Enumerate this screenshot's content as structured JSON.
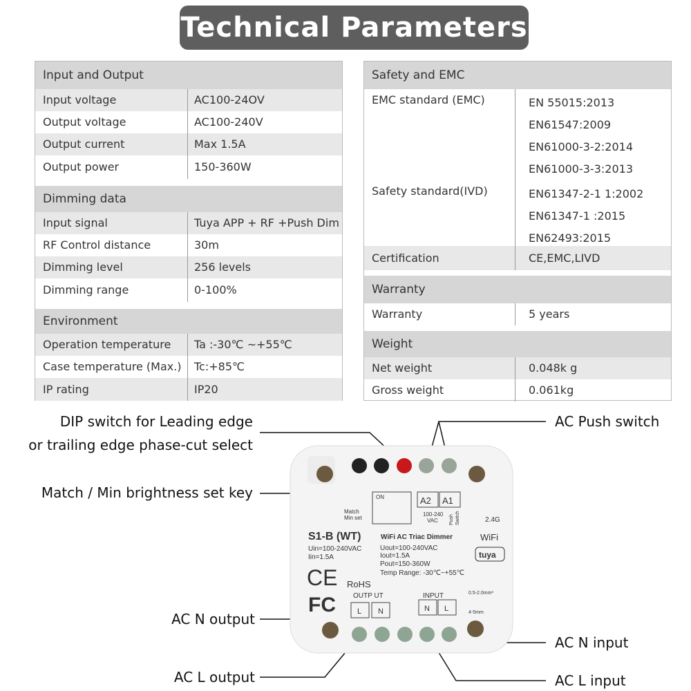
{
  "title": "Technical Parameters",
  "left_table": [
    {
      "type": "header",
      "label": "Input and Output"
    },
    {
      "label": "Input voltage",
      "value": "AC100-24OV"
    },
    {
      "label": "Output voltage",
      "value": "AC100-240V"
    },
    {
      "label": "Output current",
      "value": "Max 1.5A"
    },
    {
      "label": "Output power",
      "value": "150-360W"
    },
    {
      "type": "header",
      "label": "Dimming data"
    },
    {
      "label": "Input signal",
      "value": "Tuya APP + RF +Push Dim"
    },
    {
      "label": "RF Control distance",
      "value": "30m"
    },
    {
      "label": "Dimming level",
      "value": "256 levels"
    },
    {
      "label": "Dimming range",
      "value": "0-100%"
    },
    {
      "type": "header",
      "label": "Environment"
    },
    {
      "label": "Operation temperature",
      "value": "Ta :-30℃ ~+55℃"
    },
    {
      "label": "Case temperature (Max.)",
      "value": "Tc:+85℃"
    },
    {
      "label": "IP rating",
      "value": "IP20"
    }
  ],
  "right_table": [
    {
      "type": "header",
      "label": "Safety and EMC"
    },
    {
      "label": "EMC standard (EMC)",
      "values": [
        "EN 55015:2013",
        "EN61547:2009",
        "EN61000-3-2:2014",
        "EN61000-3-3:2013"
      ]
    },
    {
      "label": "Safety standard(IVD)",
      "values": [
        "EN61347-2-1 1:2002",
        "EN61347-1 :2015",
        "EN62493:2015"
      ]
    },
    {
      "label": "Certification",
      "values": [
        "CE,EMC,LIVD"
      ]
    },
    {
      "type": "header",
      "label": "Warranty"
    },
    {
      "label": "Warranty",
      "values": [
        "5 years"
      ]
    },
    {
      "type": "header",
      "label": "Weight"
    },
    {
      "label": "Net weight",
      "values": [
        "0.048k g"
      ]
    },
    {
      "label": "Gross weight",
      "values": [
        "0.061kg"
      ]
    }
  ],
  "callouts": {
    "dip_line1": "DIP switch for Leading edge",
    "dip_line2": "or trailing edge phase-cut select",
    "match": "Match / Min brightness set key",
    "push": "AC Push switch",
    "n_output": "AC N output",
    "l_output": "AC L output",
    "n_input": "AC N input",
    "l_input": "AC L input"
  },
  "device": {
    "model": "S1-B (WT)",
    "name": "WiFi AC Triac Dimmer",
    "uin": "Uin=100-240VAC",
    "iin": "Iin=1.5A",
    "uout": "Uout=100-240VAC",
    "iout": "Iout=1.5A",
    "pout": "Pout=150-360W",
    "temp": "Temp Range: -30℃~+55℃",
    "match": "Match",
    "minset": "Min set",
    "on": "ON",
    "a2": "A2",
    "a1": "A1",
    "vac1": "100-240",
    "vac2": "VAC",
    "push": "Push",
    "switch": "Switch",
    "g24": "2.4G",
    "wifi": "WiFi",
    "tuya": "tuya",
    "ce": "CE",
    "rohs": "RoHS",
    "fc": "FC",
    "output": "OUTP UT",
    "input": "INPUT",
    "L": "L",
    "N": "N",
    "wire": "0.5-2.0mm²",
    "strip": "4-5mm"
  }
}
